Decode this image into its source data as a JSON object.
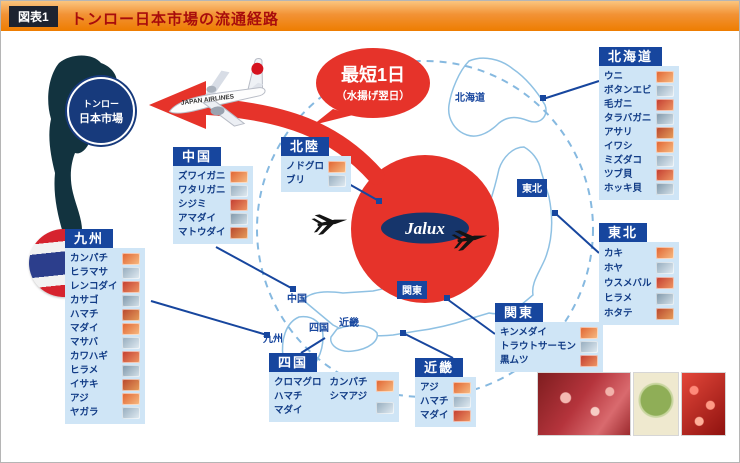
{
  "header": {
    "badge": "図表1",
    "title": "トンロー日本市場の流通経路"
  },
  "badge_bubble": {
    "line1": "最短1日",
    "line2": "（水揚げ翌日）"
  },
  "plane_label": "JAPAN AIRLINES",
  "jalux_logo": "Jalux",
  "thonglor_logo": {
    "line1": "トンロー",
    "line2": "日本市場"
  },
  "map_labels": {
    "hokkaido": "北海道",
    "tohoku": "東北",
    "kanto": "関東",
    "chugoku": "中国",
    "shikoku": "四国",
    "kinki": "近畿",
    "kyushu": "九州"
  },
  "regions": {
    "hokkaido": {
      "name": "北海道",
      "items": [
        "ウニ",
        "ボタンエビ",
        "毛ガニ",
        "タラバガニ",
        "アサリ",
        "イワシ",
        "ミズダコ",
        "ツブ貝",
        "ホッキ貝"
      ]
    },
    "tohoku": {
      "name": "東北",
      "items": [
        "カキ",
        "ホヤ",
        "ウスメバル",
        "ヒラメ",
        "ホタテ"
      ]
    },
    "chugoku": {
      "name": "中国",
      "items": [
        "ズワイガニ",
        "ワタリガニ",
        "シジミ",
        "アマダイ",
        "マトウダイ"
      ]
    },
    "hokuriku": {
      "name": "北陸",
      "items": [
        "ノドグロ",
        "ブリ"
      ]
    },
    "kyushu": {
      "name": "九州",
      "items": [
        "カンパチ",
        "ヒラマサ",
        "レンコダイ",
        "カサゴ",
        "ハマチ",
        "マダイ",
        "マサバ",
        "カワハギ",
        "ヒラメ",
        "イサキ",
        "アジ",
        "ヤガラ"
      ]
    },
    "shikoku": {
      "name": "四国",
      "col1": [
        "クロマグロ",
        "ハマチ",
        "マダイ"
      ],
      "col2": [
        "カンパチ",
        "シマアジ"
      ]
    },
    "kinki": {
      "name": "近畿",
      "items": [
        "アジ",
        "ハマチ",
        "マダイ"
      ]
    },
    "kanto": {
      "name": "関東",
      "items": [
        "キンメダイ",
        "トラウトサーモン",
        "黒ムツ"
      ]
    }
  },
  "colors": {
    "accent_red": "#e6332a",
    "navy": "#17469e",
    "light_blue": "#cfe5f6",
    "band_orange": "#ee7d00",
    "title_red": "#a80c0c"
  }
}
